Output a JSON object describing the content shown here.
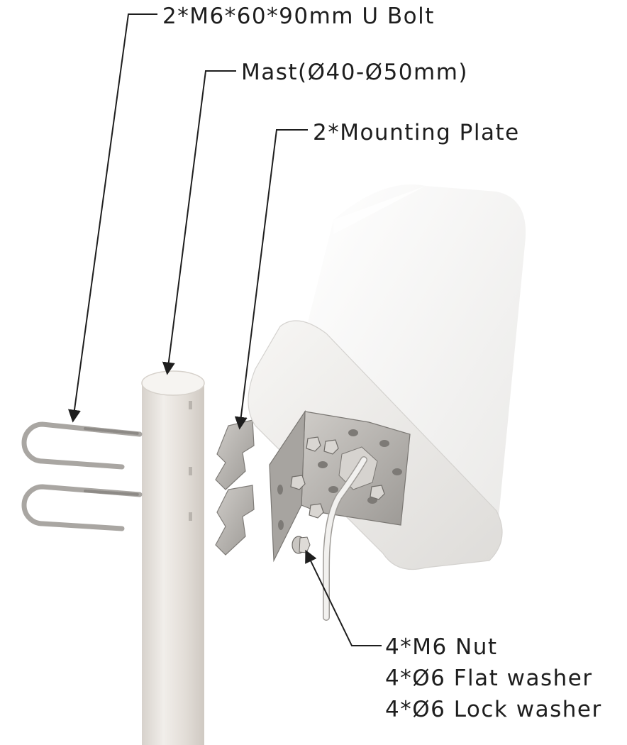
{
  "labels": {
    "u_bolt": "2*M6*60*90mm U Bolt",
    "mast": "Mast(Ø40-Ø50mm)",
    "mounting_plate": "2*Mounting Plate",
    "nut": "4*M6 Nut",
    "flat_washer": "4*Ø6 Flat washer",
    "lock_washer": "4*Ø6 Lock washer"
  },
  "colors": {
    "text": "#1e1e1e",
    "antenna": "#f4f3f1",
    "mast": "#e7e3de",
    "steel": "#b3b0ad"
  }
}
